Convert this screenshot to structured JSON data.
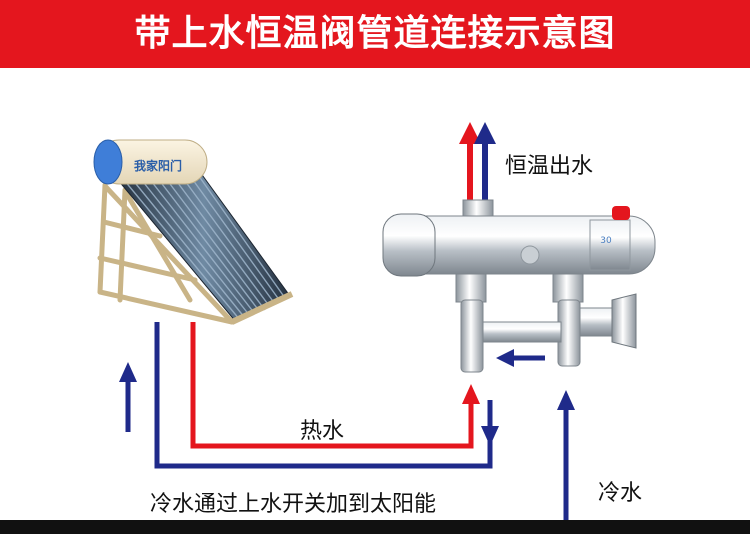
{
  "title": "带上水恒温阀管道连接示意图",
  "labels": {
    "outlet": "恒温出水",
    "hot_water": "热水",
    "cold_water": "冷水",
    "bottom_note": "冷水通过上水开关加到太阳能"
  },
  "solar_heater_brand": "我家阳门",
  "valve_scale_mark": "30",
  "colors": {
    "title_bar": "#e4161e",
    "hot_pipe": "#e4161e",
    "cold_pipe": "#1f2a8a",
    "text": "#111111"
  }
}
